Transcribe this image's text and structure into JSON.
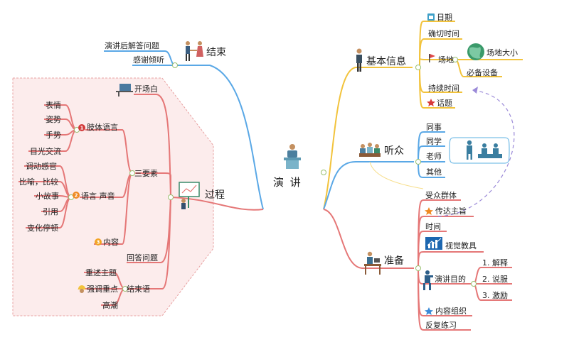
{
  "center": {
    "label": "演  讲"
  },
  "end": {
    "title": "结束",
    "items": [
      "演讲后解答问题",
      "感谢倾听"
    ]
  },
  "process": {
    "title": "过程",
    "opening": "开场白",
    "three_elements": "三要素",
    "body_language": {
      "label": "肢体语言",
      "badge": "1",
      "items": [
        "表情",
        "姿势",
        "手势",
        "目光交流"
      ]
    },
    "voice": {
      "label": "语言 声音",
      "badge": "2",
      "items": [
        "调动感官",
        "比喻，比较",
        "小故事",
        "引用",
        "变化停顿"
      ]
    },
    "content": {
      "label": "内容",
      "badge": "3"
    },
    "qa": "回答问题",
    "closing": {
      "label": "结束语",
      "items": [
        "重述主题",
        "强调重点",
        "高潮"
      ]
    }
  },
  "basic_info": {
    "title": "基本信息",
    "date": "日期",
    "exact_time": "确切时间",
    "venue": "场地",
    "venue_size": "场地大小",
    "equipment": "必备设备",
    "duration": "持续时间",
    "topic": "话题"
  },
  "audience": {
    "title": "听众",
    "items": [
      "同事",
      "同学",
      "老师",
      "其他"
    ]
  },
  "prep": {
    "title": "准备",
    "target": "受众群体",
    "main_point": "传达主旨",
    "time": "时间",
    "visual_aids": "视觉教具",
    "purpose": {
      "label": "演讲目的",
      "items": [
        "1. 解释",
        "2. 说服",
        "3. 激励"
      ]
    },
    "organize": "内容组织",
    "practice": "反复练习"
  },
  "colors": {
    "blue": "#5aa8e6",
    "pink": "#e57777",
    "yellow": "#f2c33c",
    "lilac": "#9b8ad8",
    "panel": "#fcecec"
  },
  "icons": [
    "person-at-podium-icon",
    "handshake-icon",
    "presentation-board-icon",
    "people-meeting-icon",
    "desk-worker-icon",
    "calendar-icon",
    "flag-icon",
    "globe-icon",
    "star-icon",
    "chart-icon",
    "photographer-icon",
    "helmet-icon"
  ]
}
